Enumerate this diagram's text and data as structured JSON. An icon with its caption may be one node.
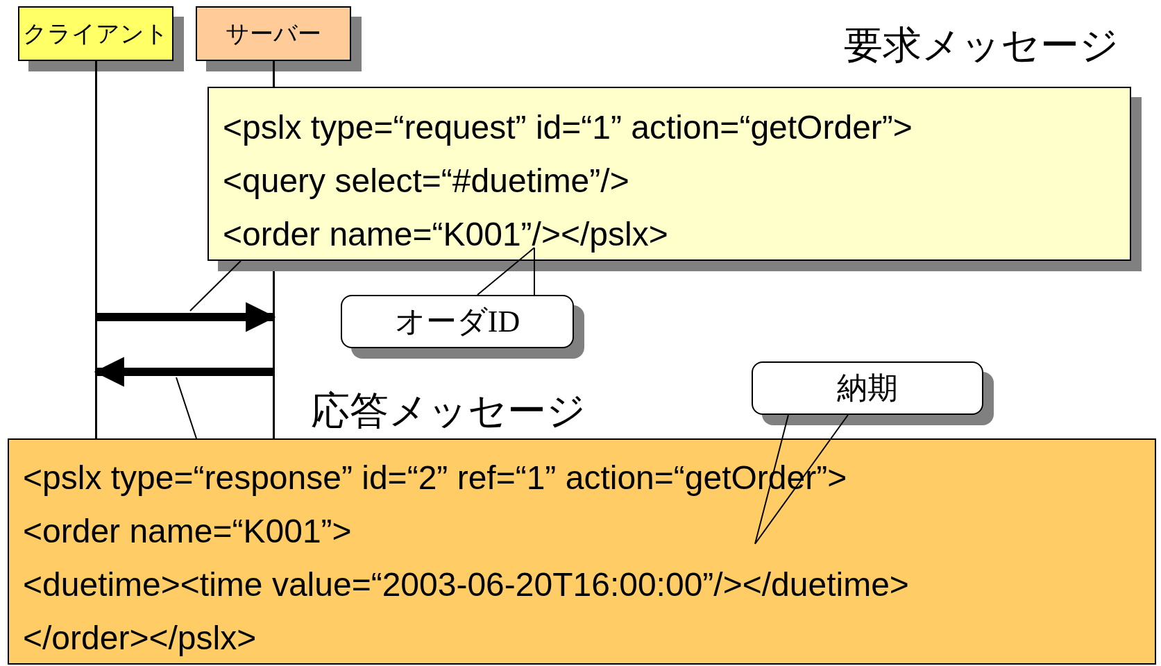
{
  "diagram": {
    "nodes": [
      {
        "text": [
          "クライアント"
        ]
      },
      {
        "text": [
          "サーバー"
        ]
      },
      {
        "text": [],
        "shape": "line"
      },
      {
        "text": [],
        "shape": "line"
      },
      {
        "text": [
          "<pslx type=“request” id=“1” action=“getOrder”>",
          "<query select=“#duetime”/>",
          "<order name=“K001”/></pslx>"
        ],
        "beside": [
          "要求メッセージ"
        ]
      },
      {
        "text": [
          "オーダID"
        ]
      },
      {
        "text": [
          "<pslx type=“response” id=“2” ref=“1” action=“getOrder”>",
          "<order name=“K001”>",
          "<duetime><time value=“2003-06-20T16:00:00”/></duetime>",
          "</order></pslx>"
        ],
        "beside": [
          "応答メッセージ"
        ]
      },
      {
        "text": [
          "納期"
        ]
      }
    ],
    "edges": [
      {
        "from": 2,
        "to": 3,
        "arrow": "to",
        "style": "thick"
      },
      {
        "from": 3,
        "to": 2,
        "arrow": "to",
        "style": "thick"
      },
      {
        "from": 4,
        "to": null,
        "arrow": "none"
      },
      {
        "from": 6,
        "to": null,
        "arrow": "none"
      },
      {
        "from": 5,
        "to": 4,
        "arrow": "none"
      },
      {
        "from": 7,
        "to": 6,
        "arrow": "none"
      }
    ]
  }
}
